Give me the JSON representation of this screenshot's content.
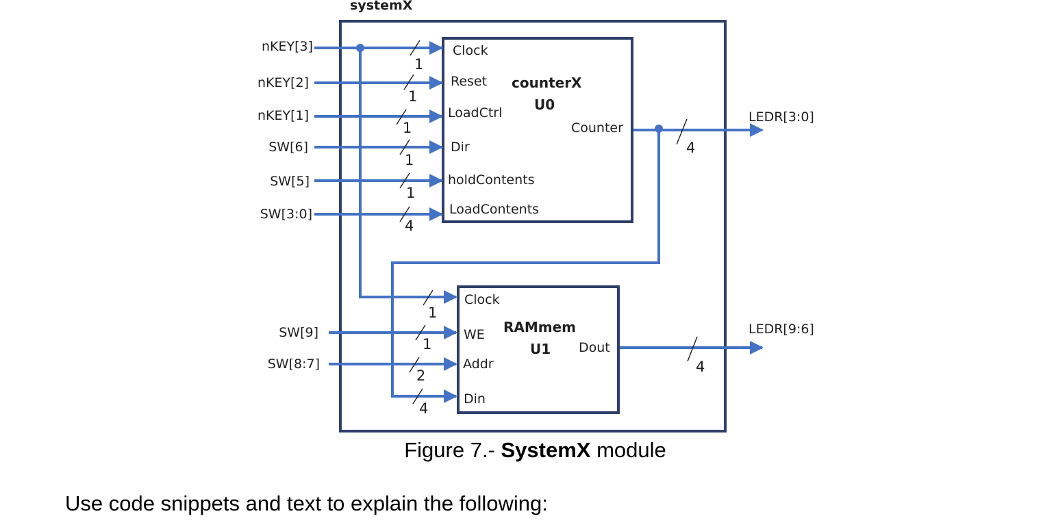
{
  "module_title": "systemX",
  "blocks": {
    "counter": {
      "name": "counterX",
      "instance": "U0",
      "inputs": [
        "Clock",
        "Reset",
        "LoadCtrl",
        "Dir",
        "holdContents",
        "LoadContents"
      ],
      "output": "Counter"
    },
    "ram": {
      "name": "RAMmem",
      "instance": "U1",
      "inputs": [
        "Clock",
        "WE",
        "Addr",
        "Din"
      ],
      "output": "Dout"
    }
  },
  "inputs": {
    "nkey3": "nKEY[3]",
    "nkey2": "nKEY[2]",
    "nkey1": "nKEY[1]",
    "sw6": "SW[6]",
    "sw5": "SW[5]",
    "sw30": "SW[3:0]",
    "sw9": "SW[9]",
    "sw87": "SW[8:7]"
  },
  "outputs": {
    "ledr30": "LEDR[3:0]",
    "ledr96": "LEDR[9:6]"
  },
  "bus_widths": {
    "u0_clock": "1",
    "u0_reset": "1",
    "u0_loadctrl": "1",
    "u0_dir": "1",
    "u0_hold": "1",
    "u0_loadcontents": "4",
    "counter_out": "4",
    "u1_clock": "1",
    "u1_we": "1",
    "u1_addr": "2",
    "u1_din": "4",
    "dout_out": "4"
  },
  "caption": {
    "prefix": "Figure 7.- ",
    "bold": "SystemX",
    "suffix": " module"
  },
  "instruction": "Use code snippets and text to explain the following:",
  "colors": {
    "wire": "#4472c4",
    "box": "#2f3f6b"
  }
}
